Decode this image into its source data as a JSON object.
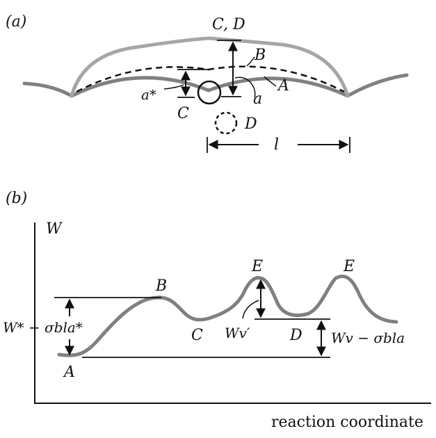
{
  "panel_a": {
    "tag": "(a)",
    "labels": {
      "cd": "C, D",
      "b": "B",
      "a_curve": "A",
      "a_star": "a*",
      "a_small": "a",
      "c": "C",
      "d": "D",
      "l": "l"
    },
    "colors": {
      "line_a": "#808080",
      "line_cd": "#a6a6a6",
      "line_b": "#111111"
    }
  },
  "panel_b": {
    "tag": "(b)",
    "labels": {
      "w_axis": "W",
      "x_axis": "reaction coordinate",
      "a": "A",
      "b": "B",
      "c": "C",
      "d": "D",
      "e1": "E",
      "e2": "E",
      "wv_prime": "Wv′",
      "w_star": "W* − σbla*",
      "wv_sigma": "Wv − σbla"
    },
    "colors": {
      "curve": "#808080"
    }
  }
}
